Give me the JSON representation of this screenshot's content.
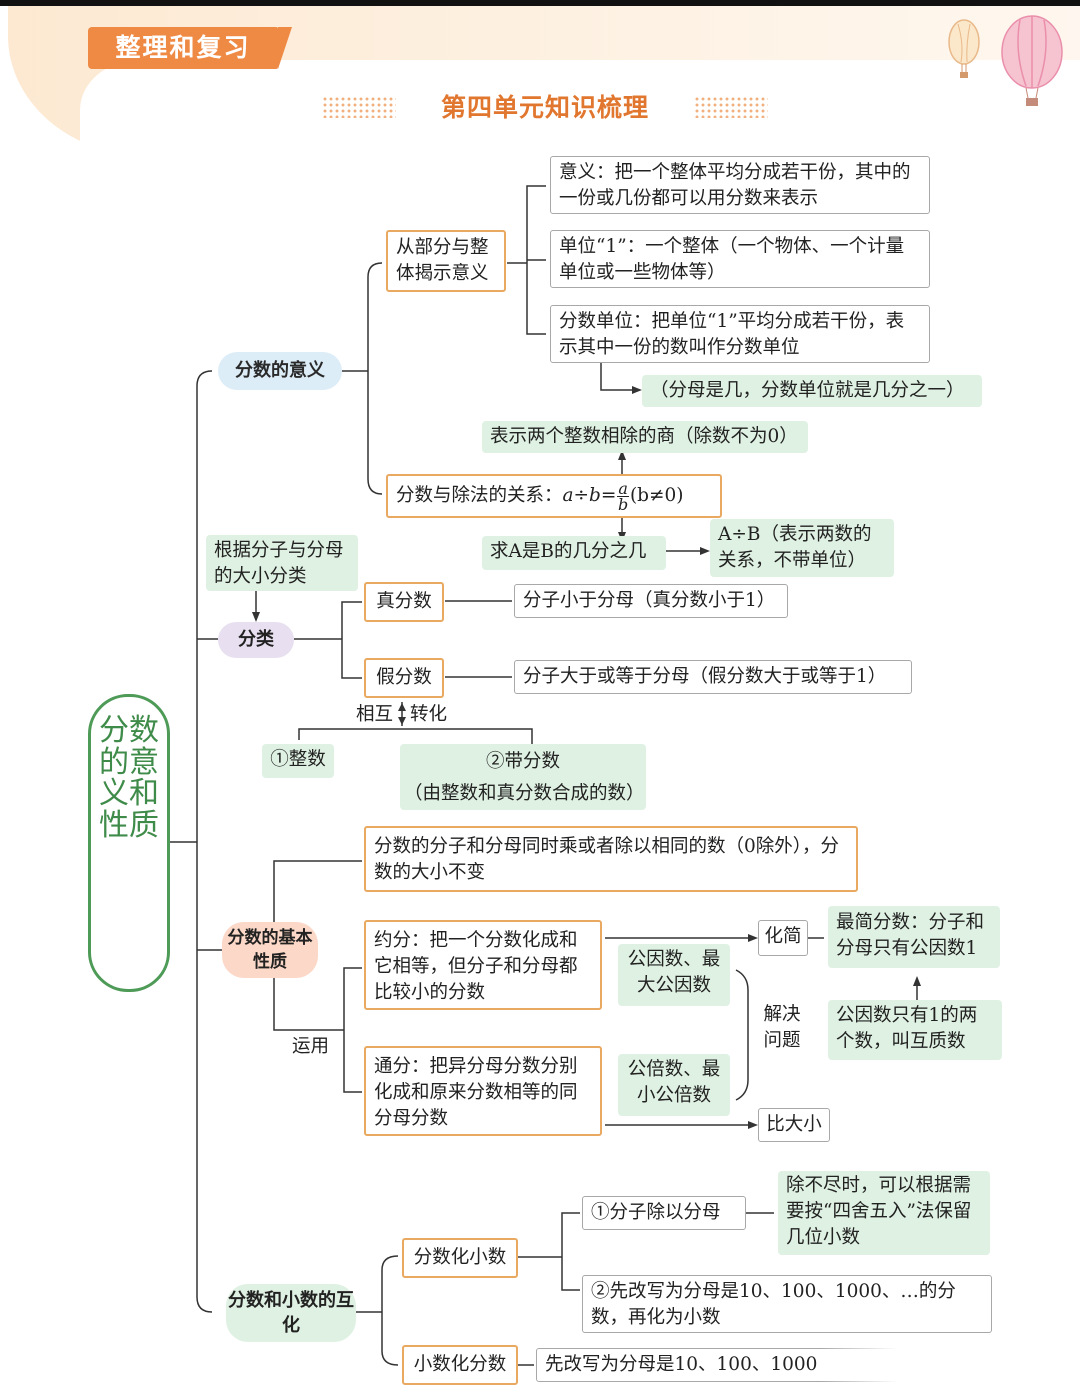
{
  "header": {
    "tag": "整理和复习",
    "unit_title": "第四单元知识梳理"
  },
  "root": "分数的意义和性质",
  "sections": {
    "meaning": {
      "label": "分数的意义",
      "part_whole": "从部分与整体揭示意义",
      "definition": "意义：把一个整体平均分成若干份，其中的一份或几份都可以用分数来表示",
      "unit_one": "单位“1”：一个整体（一个物体、一个计量单位或一些物体等）",
      "fraction_unit": "分数单位：把单位“1”平均分成若干份，表示其中一份的数叫作分数单位",
      "fraction_unit_note": "（分母是几，分数单位就是几分之一）",
      "division_relation_prefix": "分数与除法的关系：",
      "division_formula_lhs": "a÷b=",
      "division_formula_num": "a",
      "division_formula_den": "b",
      "division_formula_cond": "(b≠0)",
      "quotient_note": "表示两个整数相除的商（除数不为0）",
      "what_fraction": "求A是B的几分之几",
      "ratio_note": "A÷B（表示两数的关系，不带单位）"
    },
    "classification": {
      "label": "分类",
      "basis": "根据分子与分母的大小分类",
      "proper": "真分数",
      "proper_desc": "分子小于分母（真分数小于1）",
      "improper": "假分数",
      "improper_desc": "分子大于或等于分母（假分数大于或等于1）",
      "mutual_left": "相互",
      "mutual_right": "转化",
      "whole": "①整数",
      "mixed": "②带分数",
      "mixed_desc": "（由整数和真分数合成的数）"
    },
    "property": {
      "label": "分数的基本性质",
      "statement": "分数的分子和分母同时乘或者除以相同的数（0除外），分数的大小不变",
      "apply": "运用",
      "reduce": "约分：把一个分数化成和它相等，但分子和分母都比较小的分数",
      "common_denom": "通分：把异分母分数分别化成和原来分数相等的同分母分数",
      "gcf": "公因数、最大公因数",
      "lcm": "公倍数、最小公倍数",
      "solve": "解决问题",
      "simplify": "化简",
      "simplest": "最简分数：分子和分母只有公因数1",
      "coprime": "公因数只有1的两个数，叫互质数",
      "compare": "比大小"
    },
    "conversion": {
      "label": "分数和小数的互化",
      "f2d": "分数化小数",
      "f2d_method1": "①分子除以分母",
      "f2d_method1_note": "除不尽时，可以根据需要按“四舍五入”法保留几位小数",
      "f2d_method2": "②先改写为分母是10、100、1000、…的分数，再化为小数",
      "d2f": "小数化分数",
      "d2f_desc": "先改写为分母是10、100、1000"
    }
  }
}
